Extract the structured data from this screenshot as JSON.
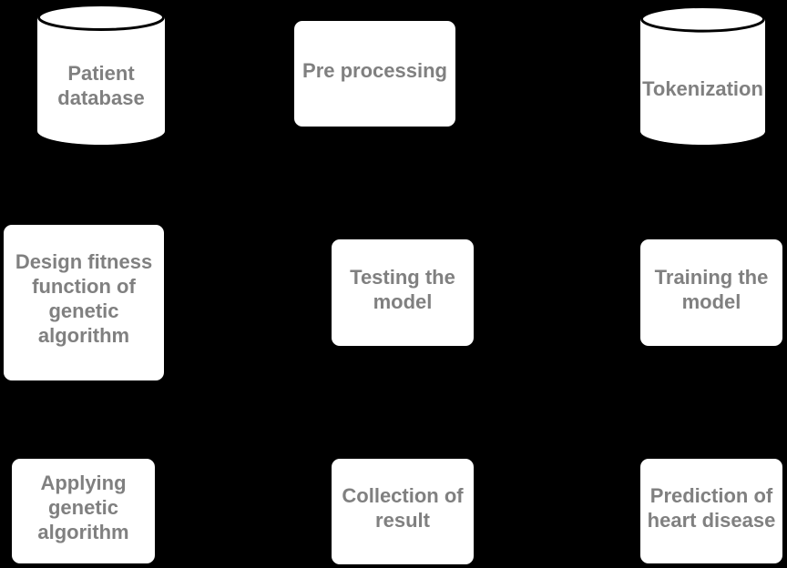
{
  "diagram": {
    "background_color": "#000000",
    "node_fill_color": "#ffffff",
    "label_color": "#808080",
    "cylinder_outline_color": "#000000",
    "nodes": [
      {
        "id": "patient-database",
        "shape": "cylinder",
        "label": "Patient database"
      },
      {
        "id": "pre-processing",
        "shape": "rounded-rect",
        "label": "Pre processing"
      },
      {
        "id": "tokenization",
        "shape": "cylinder",
        "label": "Tokenization"
      },
      {
        "id": "design-fitness",
        "shape": "rounded-rect",
        "label": "Design fitness function of genetic algorithm"
      },
      {
        "id": "testing-model",
        "shape": "rounded-rect",
        "label": "Testing the model"
      },
      {
        "id": "training-model",
        "shape": "rounded-rect",
        "label": "Training the model"
      },
      {
        "id": "applying-genetic",
        "shape": "rounded-rect",
        "label": "Applying genetic algorithm"
      },
      {
        "id": "collection-result",
        "shape": "rounded-rect",
        "label": "Collection of result"
      },
      {
        "id": "prediction-heart",
        "shape": "rounded-rect",
        "label": "Prediction of heart disease"
      }
    ]
  }
}
